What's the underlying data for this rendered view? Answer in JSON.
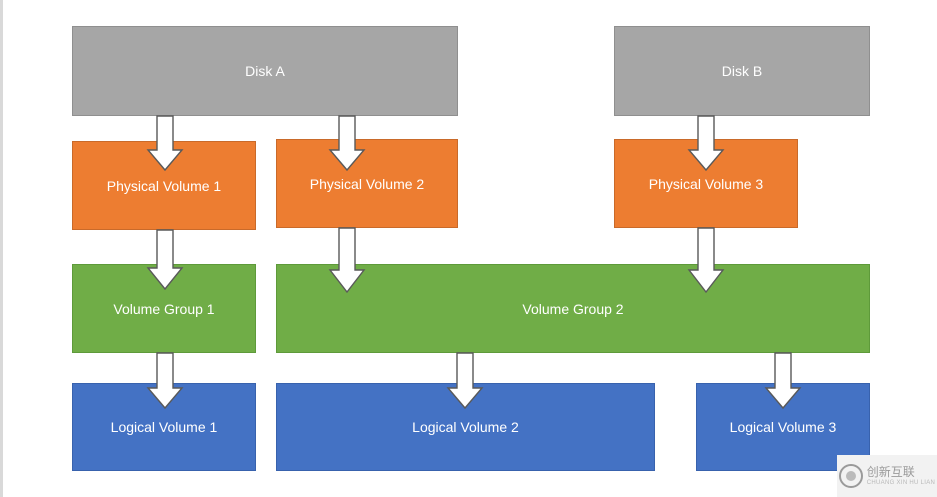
{
  "disks": {
    "a": "Disk A",
    "b": "Disk B"
  },
  "physical_volumes": [
    "Physical Volume 1",
    "Physical Volume 2",
    "Physical Volume 3"
  ],
  "volume_groups": [
    "Volume Group 1",
    "Volume Group 2"
  ],
  "logical_volumes": [
    "Logical Volume 1",
    "Logical Volume 2",
    "Logical Volume 3"
  ],
  "watermark": {
    "text": "创新互联",
    "sub": "CHUANG XIN HU LIAN"
  },
  "colors": {
    "disk": "#a6a6a6",
    "physical_volume": "#ed7d31",
    "volume_group": "#70ad47",
    "logical_volume": "#4472c4",
    "arrow_fill": "#ffffff",
    "arrow_stroke": "#595959"
  }
}
